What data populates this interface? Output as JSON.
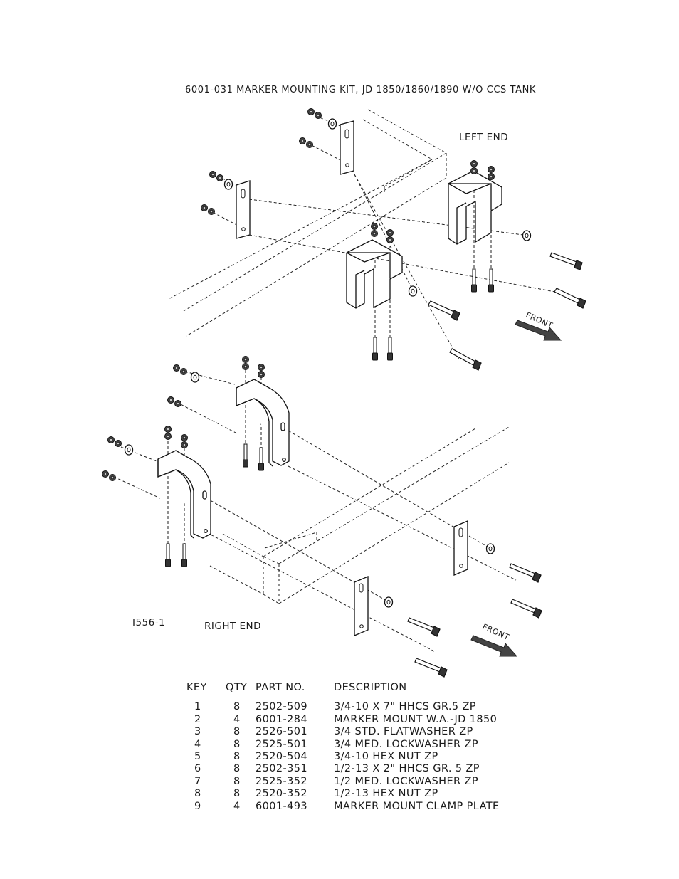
{
  "title": "6001-031 MARKER MOUNTING KIT, JD 1850/1860/1890 W/O CCS TANK",
  "labels": {
    "left_end": "LEFT END",
    "right_end": "RIGHT END",
    "front_upper": "FRONT",
    "front_lower": "FRONT",
    "drawing_number": "I556-1"
  },
  "parts_table": {
    "headers": [
      "KEY",
      "QTY",
      "PART NO.",
      "DESCRIPTION"
    ],
    "rows": [
      {
        "key": "1",
        "qty": "8",
        "part": "2502-509",
        "desc": "3/4-10 X 7\" HHCS GR.5 ZP"
      },
      {
        "key": "2",
        "qty": "4",
        "part": "6001-284",
        "desc": "MARKER MOUNT W.A.-JD 1850"
      },
      {
        "key": "3",
        "qty": "8",
        "part": "2526-501",
        "desc": "3/4 STD. FLATWASHER ZP"
      },
      {
        "key": "4",
        "qty": "8",
        "part": "2525-501",
        "desc": "3/4 MED. LOCKWASHER ZP"
      },
      {
        "key": "5",
        "qty": "8",
        "part": "2520-504",
        "desc": "3/4-10 HEX NUT ZP"
      },
      {
        "key": "6",
        "qty": "8",
        "part": "2502-351",
        "desc": "1/2-13 X 2\" HHCS GR. 5 ZP"
      },
      {
        "key": "7",
        "qty": "8",
        "part": "2525-352",
        "desc": "1/2 MED. LOCKWASHER ZP"
      },
      {
        "key": "8",
        "qty": "8",
        "part": "2520-352",
        "desc": "1/2-13 HEX NUT ZP"
      },
      {
        "key": "9",
        "qty": "4",
        "part": "6001-493",
        "desc": "MARKER MOUNT CLAMP PLATE"
      }
    ]
  }
}
